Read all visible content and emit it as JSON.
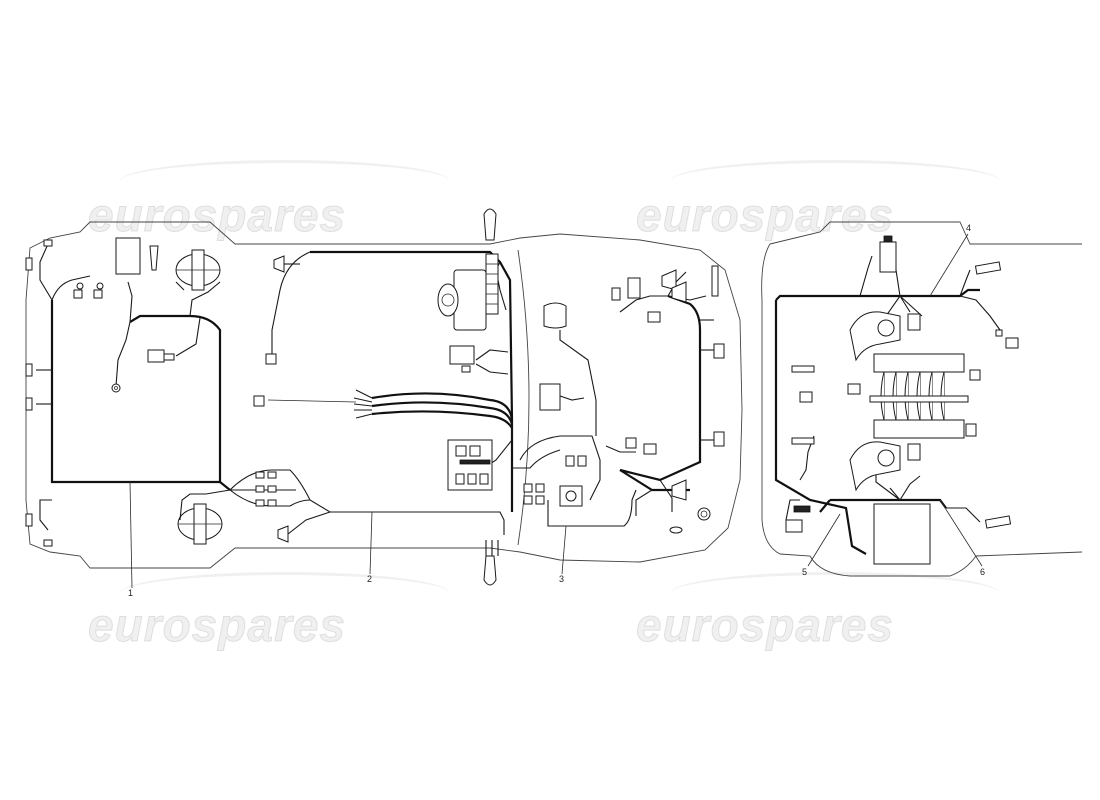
{
  "watermarks": [
    "eurospares",
    "eurospares",
    "eurospares",
    "eurospares"
  ],
  "callouts": [
    "1",
    "2",
    "3",
    "4",
    "5",
    "6"
  ],
  "colors": {
    "line": "#1a1a1a",
    "background": "#ffffff",
    "watermark": "#e6e6e6"
  }
}
